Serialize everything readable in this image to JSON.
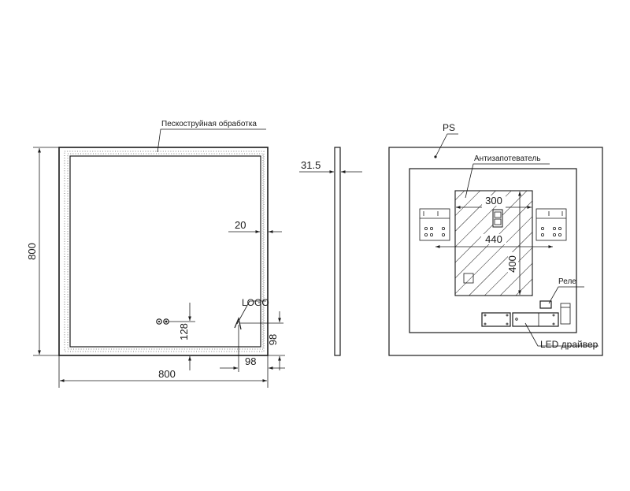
{
  "front_view": {
    "sandblast_label": "Пескоструйная обработка",
    "height_label": "800",
    "width_label": "800",
    "frame_label": "20",
    "logo_label": "LOGO",
    "switch_height_label": "128",
    "logo_height_label": "98",
    "logo_width_label": "98"
  },
  "side_view": {
    "depth_label": "31.5"
  },
  "back_view": {
    "ps_label": "PS",
    "antifog_label": "Антизапотеватель",
    "dim_300_label": "300",
    "dim_440_label": "440",
    "dim_400_label": "400",
    "relay_label": "Реле",
    "led_driver_label": "LED драйвер"
  },
  "colors": {
    "line": "#1a1a1a",
    "background": "#ffffff"
  }
}
